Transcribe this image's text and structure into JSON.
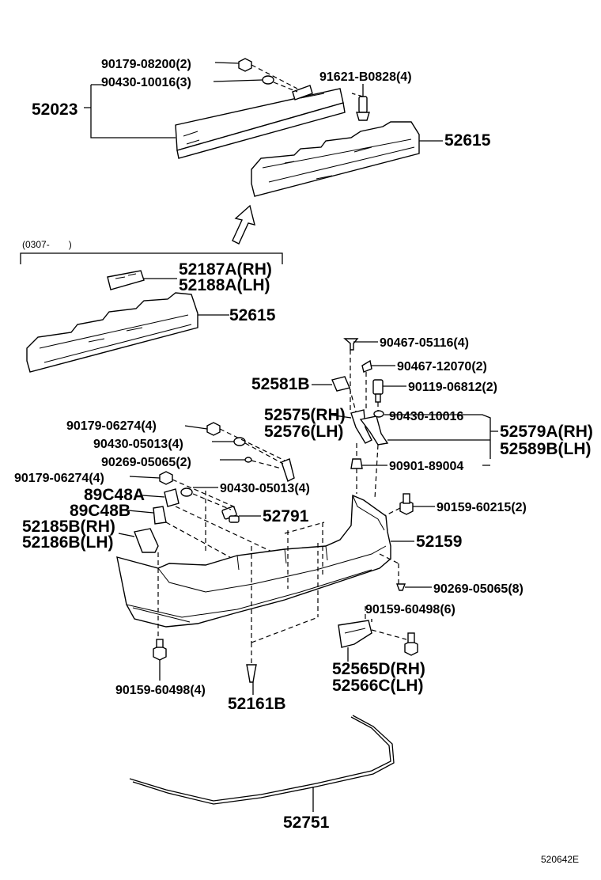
{
  "figure_code": "520642E",
  "date_range": "(0307-　　)",
  "labels": {
    "l1": "90179-08200(2)",
    "l2": "90430-10016(3)",
    "l3": "52023",
    "l4": "91621-B0828(4)",
    "l5": "52615",
    "l6": "52187A(RH)",
    "l7": "52188A(LH)",
    "l8": "52615",
    "l9": "90467-05116(4)",
    "l10": "90467-12070(2)",
    "l11": "52581B",
    "l12": "90119-06812(2)",
    "l13": "52575(RH)",
    "l14": "52576(LH)",
    "l15": "90430-10016",
    "l16": "52579A(RH)",
    "l17": "52589B(LH)",
    "l18": "90901-89004",
    "l19": "90179-06274(4)",
    "l20": "90430-05013(4)",
    "l21": "90269-05065(2)",
    "l22": "90179-06274(4)",
    "l23": "90430-05013(4)",
    "l24": "89C48A",
    "l25": "89C48B",
    "l26": "52791",
    "l27": "52185B(RH)",
    "l28": "52186B(LH)",
    "l29": "90159-60215(2)",
    "l30": "52159",
    "l31": "90269-05065(8)",
    "l32": "90159-60498(6)",
    "l33": "52565D(RH)",
    "l34": "52566C(LH)",
    "l35": "90159-60498(4)",
    "l36": "52161B",
    "l37": "52751"
  }
}
